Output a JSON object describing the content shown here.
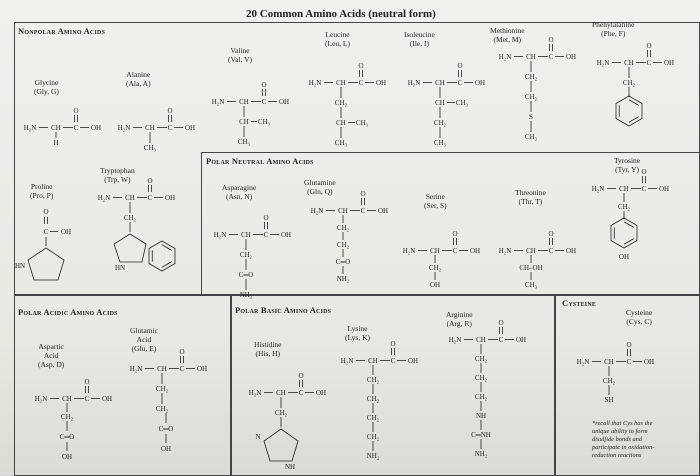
{
  "title": "20 Common Amino Acids (neutral form)",
  "sections": {
    "nonpolar": "Nonpolar Amino Acids",
    "polar_neutral": "Polar Neutral Amino Acids",
    "polar_acidic": "Polar Acidic Amino Acids",
    "polar_basic": "Polar Basic Amino Acids",
    "cysteine": "Cysteine"
  },
  "backbone": {
    "h2n": "H₂N",
    "ch": "CH",
    "c": "C",
    "oh": "OH",
    "o": "O",
    "h": "H"
  },
  "groups": {
    "ch2": "CH₂",
    "ch3": "CH₃",
    "ch": "CH",
    "s": "S",
    "sh": "SH",
    "c": "C",
    "o": "O",
    "oh": "OH",
    "nh": "NH",
    "nh2": "NH₂",
    "hn": "HN",
    "n": "N",
    "c_nh": "C═NH",
    "c_dbl_o": "C═O",
    "ch_oh": "CH–OH"
  },
  "amino_acids": {
    "glycine": {
      "name": "Glycine",
      "abbr": "(Gly, G)"
    },
    "alanine": {
      "name": "Alanine",
      "abbr": "(Ala, A)"
    },
    "valine": {
      "name": "Valine",
      "abbr": "(Val, V)"
    },
    "leucine": {
      "name": "Leucine",
      "abbr": "(Leu, L)"
    },
    "isoleucine": {
      "name": "Isoleucine",
      "abbr": "(Ile, I)"
    },
    "methionine": {
      "name": "Methionine",
      "abbr": "(Met, M)"
    },
    "phenylalanine": {
      "name": "Phenylalanine",
      "abbr": "(Phe, F)"
    },
    "proline": {
      "name": "Proline",
      "abbr": "(Pro, P)"
    },
    "tryptophan": {
      "name": "Tryptophan",
      "abbr": "(Trp, W)"
    },
    "asparagine": {
      "name": "Asparagine",
      "abbr": "(Asn, N)"
    },
    "glutamine": {
      "name": "Glutamine",
      "abbr": "(Gln, Q)"
    },
    "serine": {
      "name": "Serine",
      "abbr": "(Ser, S)"
    },
    "threonine": {
      "name": "Threonine",
      "abbr": "(Thr, T)"
    },
    "tyrosine": {
      "name": "Tyrosine",
      "abbr": "(Tyr, Y)"
    },
    "aspartic": {
      "name": "Aspartic",
      "name2": "Acid",
      "abbr": "(Asp, D)"
    },
    "glutamic": {
      "name": "Glutamic",
      "name2": "Acid",
      "abbr": "(Glu, E)"
    },
    "histidine": {
      "name": "Histidine",
      "abbr": "(His, H)"
    },
    "lysine": {
      "name": "Lysine",
      "abbr": "(Lys, K)"
    },
    "arginine": {
      "name": "Arginine",
      "abbr": "(Arg, R)"
    },
    "cysteine": {
      "name": "Cysteine",
      "abbr": "(Cys, C)"
    }
  },
  "cysteine_note": "*recall that Cys has the unique ability to form disulfide bonds and participate in oxidation-reduction reactions"
}
